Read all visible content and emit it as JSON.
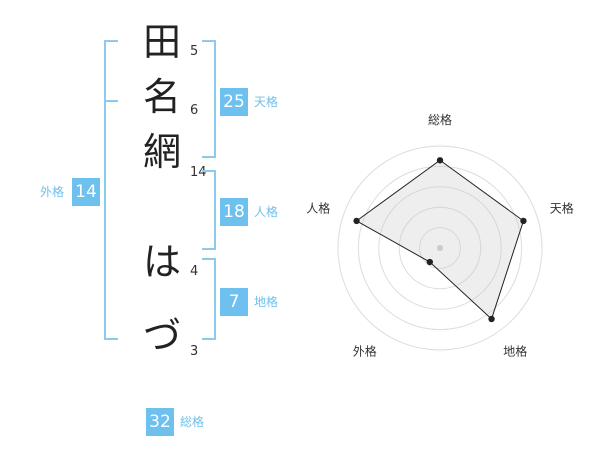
{
  "name": {
    "chars": [
      {
        "char": "田",
        "strokes": "5"
      },
      {
        "char": "名",
        "strokes": "6"
      },
      {
        "char": "網",
        "strokes": "14"
      },
      {
        "char": "",
        "strokes": ""
      },
      {
        "char": "は",
        "strokes": "4"
      },
      {
        "char": "づ",
        "strokes": "3"
      }
    ]
  },
  "kakaku": {
    "ten": {
      "value": "25",
      "label": "天格"
    },
    "jin": {
      "value": "18",
      "label": "人格"
    },
    "chi": {
      "value": "7",
      "label": "地格"
    },
    "gai": {
      "value": "14",
      "label": "外格"
    },
    "sou": {
      "value": "32",
      "label": "総格"
    }
  },
  "colors": {
    "accent": "#6ec0ee",
    "bracket": "#8ccaf0"
  },
  "chart_data": {
    "type": "radar",
    "axes": [
      "総格",
      "天格",
      "地格",
      "外格",
      "人格"
    ],
    "values": [
      0.86,
      0.86,
      0.86,
      0.17,
      0.86
    ],
    "range": [
      0,
      1
    ]
  }
}
